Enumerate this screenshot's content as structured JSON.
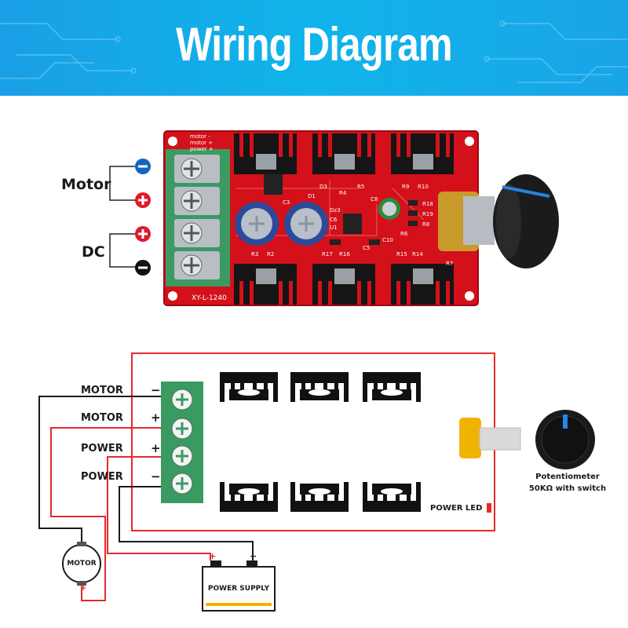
{
  "banner": {
    "title": "Wiring Diagram"
  },
  "photo": {
    "label_motor": "Motor",
    "label_dc": "DC",
    "board_model": "XY-L-1240",
    "silk_header": [
      "motor -",
      "motor +",
      "power +"
    ],
    "component_labels": [
      "D3",
      "R4",
      "R5",
      "R9",
      "R10",
      "C8",
      "D1",
      "C3",
      "Dz3",
      "U1",
      "R18",
      "R19",
      "R8",
      "C10",
      "C5",
      "R6",
      "R3",
      "R2",
      "R17",
      "R16",
      "R15",
      "R14",
      "R7",
      "C6"
    ]
  },
  "schematic": {
    "terminals": [
      {
        "name": "MOTOR",
        "sign": "−"
      },
      {
        "name": "MOTOR",
        "sign": "+"
      },
      {
        "name": "POWER",
        "sign": "+"
      },
      {
        "name": "POWER",
        "sign": "−"
      }
    ],
    "motor_label": "MOTOR",
    "power_supply_label": "POWER SUPPLY",
    "power_led_label": "POWER LED",
    "potentiometer_line1": "Potentiometer",
    "potentiometer_line2": "50KΩ with switch"
  },
  "colors": {
    "banner": "#13aeea",
    "pcb": "#d4101a",
    "terminal": "#3a9a62",
    "wire_red": "#e52a2a",
    "wire_black": "#1a1a1a",
    "blue_dot": "#1565c0",
    "red_dot": "#e0192a"
  }
}
